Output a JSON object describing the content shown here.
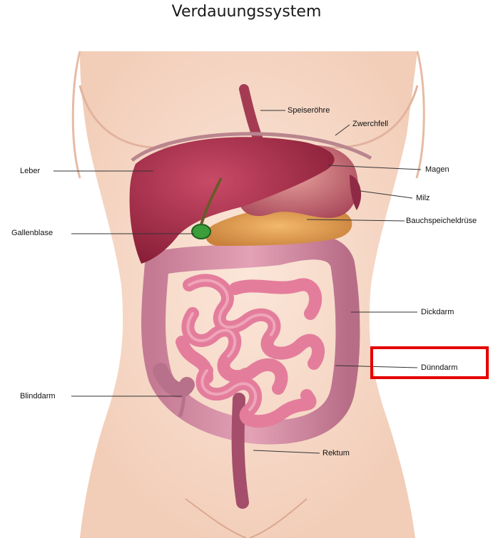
{
  "title": "Verdauungssystem",
  "labels": {
    "speiseroehre": "Speiseröhre",
    "zwerchfell": "Zwerchfell",
    "leber": "Leber",
    "magen": "Magen",
    "milz": "Milz",
    "gallenblase": "Gallenblase",
    "bauchspeicheldruese": "Bauchspeicheldrüse",
    "dickdarm": "Dickdarm",
    "duenndarm": "Dünndarm",
    "blinddarm": "Blinddarm",
    "rektum": "Rektum"
  },
  "highlighted_label": "Dünndarm",
  "colors": {
    "highlight": "#e50000",
    "skin": "#f8dccb",
    "liver": "#b3324f",
    "intestine": "#e47d9c"
  }
}
